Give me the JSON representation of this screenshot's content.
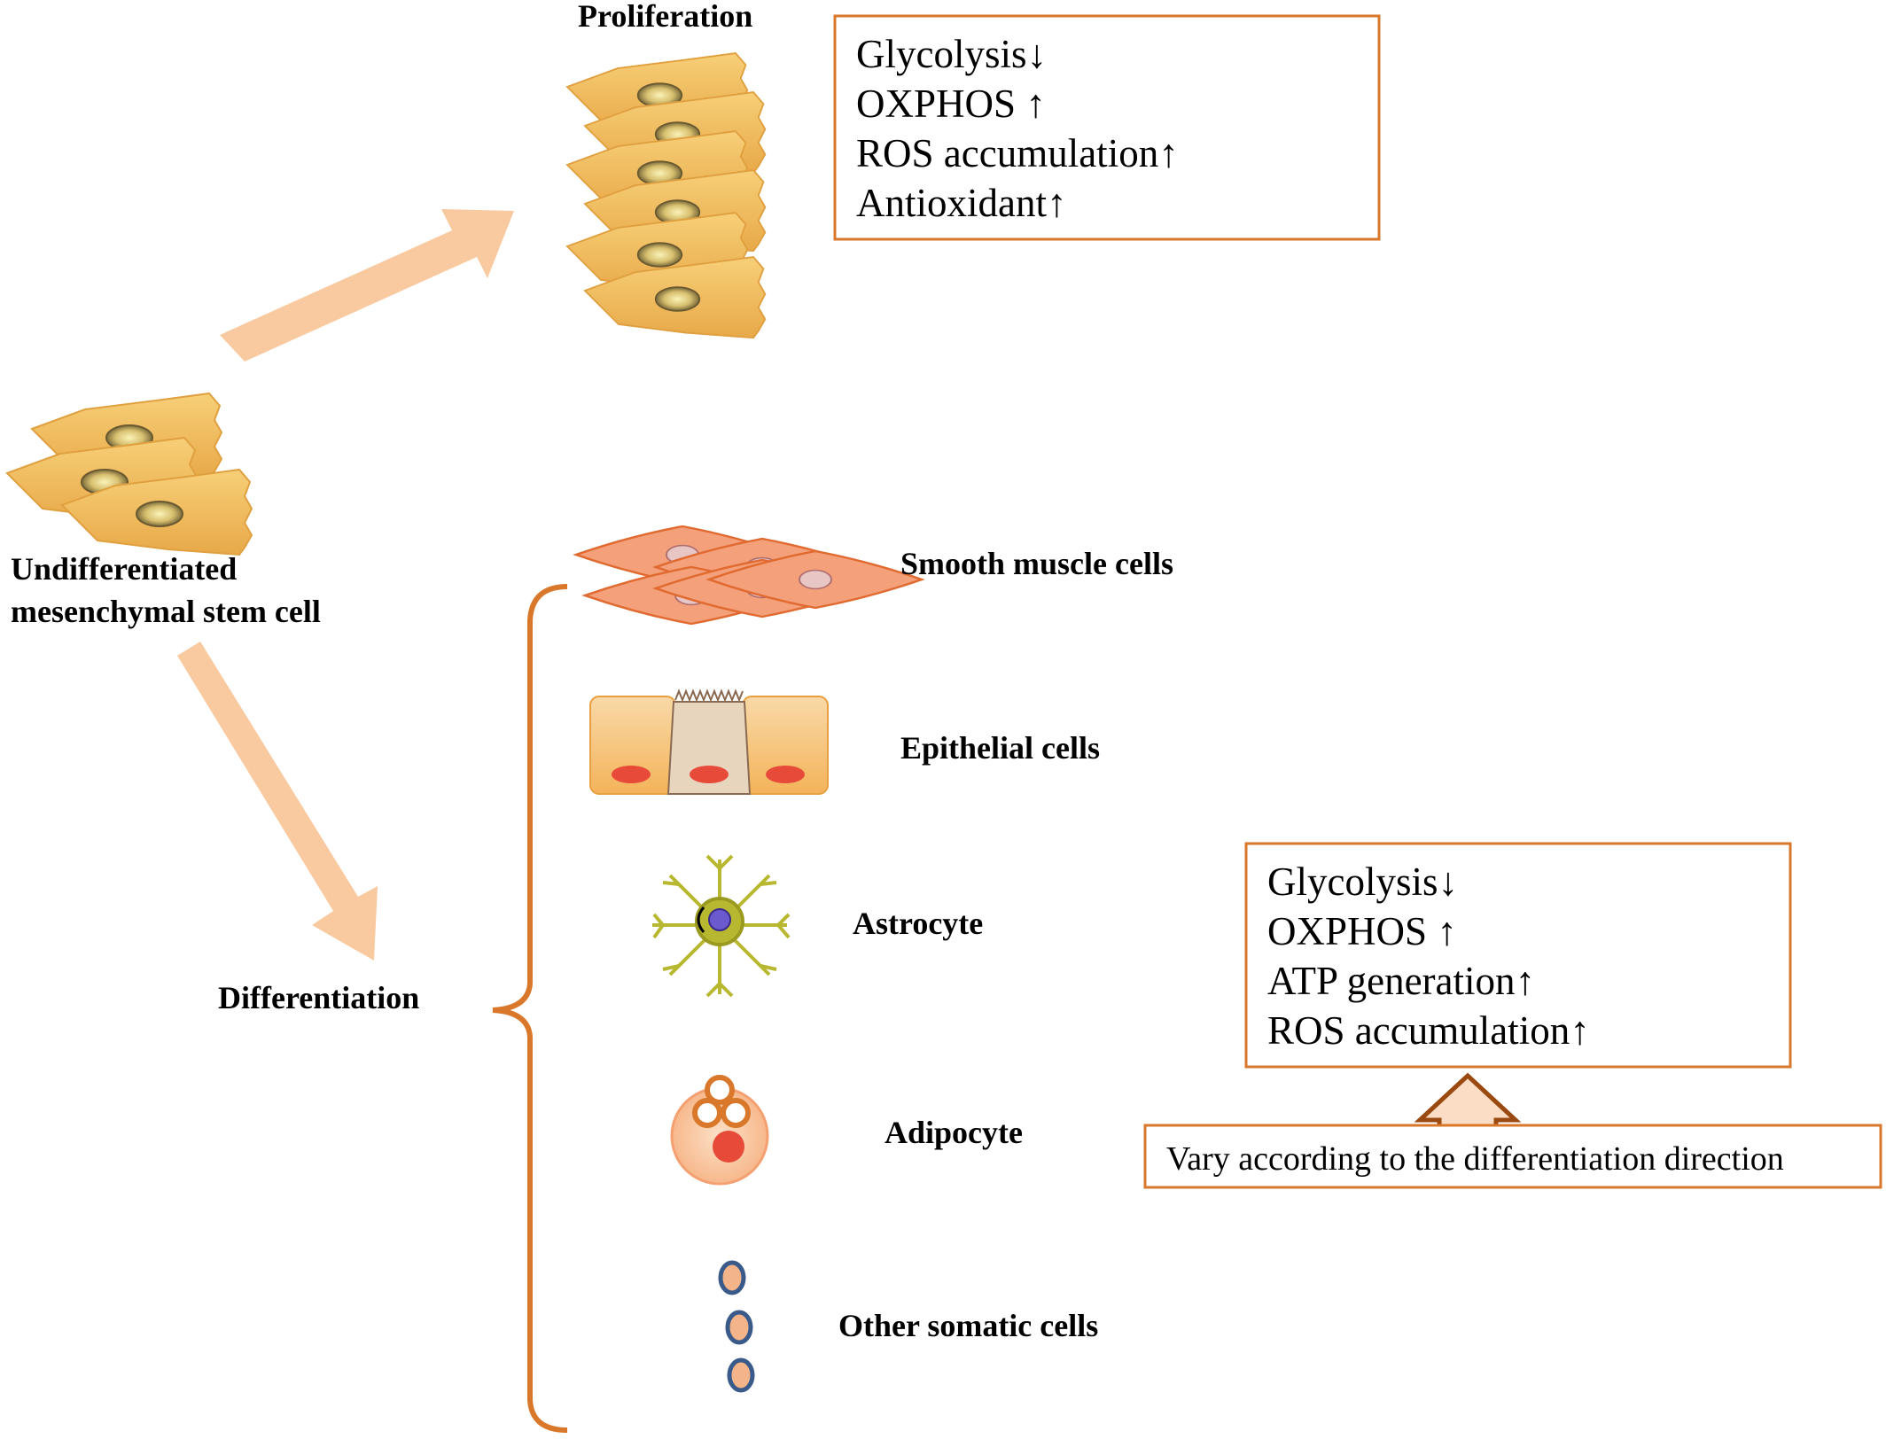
{
  "labels": {
    "proliferation": "Proliferation",
    "msc_line1": "Undifferentiated",
    "msc_line2": "mesenchymal stem cell",
    "differentiation": "Differentiation"
  },
  "cell_types": [
    {
      "label": "Smooth muscle cells"
    },
    {
      "label": "Epithelial cells"
    },
    {
      "label": "Astrocyte"
    },
    {
      "label": "Adipocyte"
    },
    {
      "label": "Other somatic cells"
    }
  ],
  "proliferation_box": {
    "lines": [
      "Glycolysis↓",
      "OXPHOS ↑",
      "ROS accumulation↑",
      "Antioxidant↑"
    ]
  },
  "differentiation_box": {
    "lines": [
      "Glycolysis↓",
      "OXPHOS ↑",
      "ATP generation↑",
      "ROS accumulation↑"
    ]
  },
  "note": "Vary according to the differentiation direction",
  "colors": {
    "box_border": "#D9772A",
    "big_arrow": "#F9C9A0",
    "bracket": "#D9772A",
    "msc_cell": "#F5C86A",
    "smooth_muscle": "#F4A07A",
    "adipocyte": "#F9C9A8",
    "somatic_dot": "#F4B48A"
  }
}
